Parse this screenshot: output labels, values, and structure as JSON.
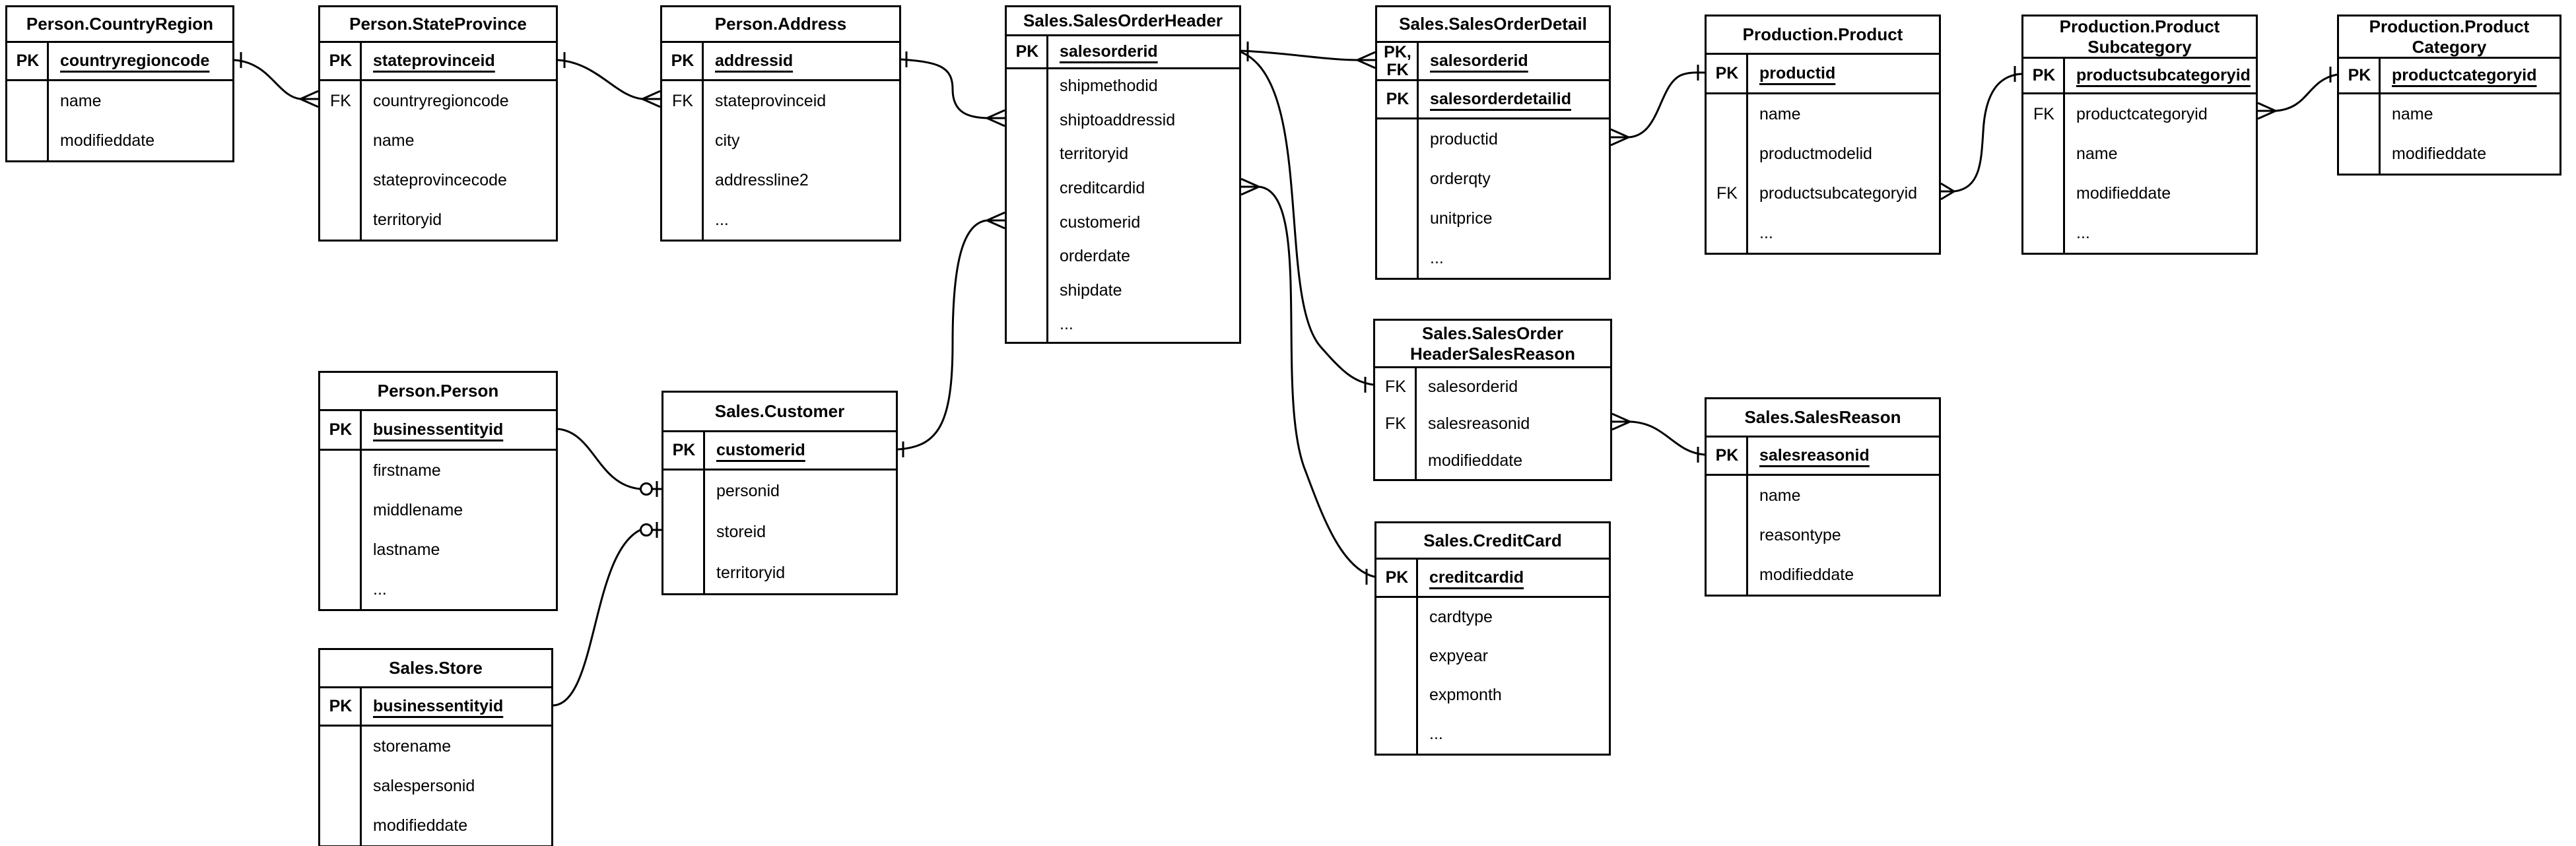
{
  "diagram": {
    "notation": "crows-foot-erd",
    "colors": {
      "line": "#000000",
      "background": "#ffffff",
      "text": "#000000"
    },
    "tables": [
      {
        "id": "person-countryregion",
        "title_lines": [
          "Person.CountryRegion"
        ],
        "key_rows": [
          {
            "label_lines": [
              "PK"
            ],
            "field": "countryregioncode"
          }
        ],
        "body_rows": [
          {
            "label": "",
            "field": "name"
          },
          {
            "label": "",
            "field": "modifieddate"
          }
        ]
      },
      {
        "id": "person-stateprovince",
        "title_lines": [
          "Person.StateProvince"
        ],
        "key_rows": [
          {
            "label_lines": [
              "PK"
            ],
            "field": "stateprovinceid"
          }
        ],
        "body_rows": [
          {
            "label": "FK",
            "field": "countryregioncode"
          },
          {
            "label": "",
            "field": "name"
          },
          {
            "label": "",
            "field": "stateprovincecode"
          },
          {
            "label": "",
            "field": "territoryid"
          }
        ]
      },
      {
        "id": "person-address",
        "title_lines": [
          "Person.Address"
        ],
        "key_rows": [
          {
            "label_lines": [
              "PK"
            ],
            "field": "addressid"
          }
        ],
        "body_rows": [
          {
            "label": "FK",
            "field": "stateprovinceid"
          },
          {
            "label": "",
            "field": "city"
          },
          {
            "label": "",
            "field": "addressline2"
          },
          {
            "label": "",
            "field": "..."
          }
        ]
      },
      {
        "id": "sales-salesorderheader",
        "title_lines": [
          "Sales.SalesOrderHeader"
        ],
        "key_rows": [
          {
            "label_lines": [
              "PK"
            ],
            "field": "salesorderid"
          }
        ],
        "body_rows": [
          {
            "label": "",
            "field": "shipmethodid"
          },
          {
            "label": "",
            "field": "shiptoaddressid"
          },
          {
            "label": "",
            "field": "territoryid"
          },
          {
            "label": "",
            "field": "creditcardid"
          },
          {
            "label": "",
            "field": "customerid"
          },
          {
            "label": "",
            "field": "orderdate"
          },
          {
            "label": "",
            "field": "shipdate"
          },
          {
            "label": "",
            "field": "..."
          }
        ]
      },
      {
        "id": "sales-salesorderdetail",
        "title_lines": [
          "Sales.SalesOrderDetail"
        ],
        "key_rows": [
          {
            "label_lines": [
              "PK,",
              "FK"
            ],
            "field": "salesorderid"
          },
          {
            "label_lines": [
              "PK"
            ],
            "field": "salesorderdetailid"
          }
        ],
        "body_rows": [
          {
            "label": "",
            "field": "productid"
          },
          {
            "label": "",
            "field": "orderqty"
          },
          {
            "label": "",
            "field": "unitprice"
          },
          {
            "label": "",
            "field": "..."
          }
        ]
      },
      {
        "id": "production-product",
        "title_lines": [
          "Production.Product"
        ],
        "key_rows": [
          {
            "label_lines": [
              "PK"
            ],
            "field": "productid"
          }
        ],
        "body_rows": [
          {
            "label": "",
            "field": "name"
          },
          {
            "label": "",
            "field": "productmodelid"
          },
          {
            "label": "FK",
            "field": "productsubcategoryid"
          },
          {
            "label": "",
            "field": "..."
          }
        ]
      },
      {
        "id": "production-productsubcategory",
        "title_lines": [
          "Production.Product",
          "Subcategory"
        ],
        "key_rows": [
          {
            "label_lines": [
              "PK"
            ],
            "field": "productsubcategoryid"
          }
        ],
        "body_rows": [
          {
            "label": "FK",
            "field": "productcategoryid"
          },
          {
            "label": "",
            "field": "name"
          },
          {
            "label": "",
            "field": "modifieddate"
          },
          {
            "label": "",
            "field": "..."
          }
        ]
      },
      {
        "id": "production-productcategory",
        "title_lines": [
          "Production.Product",
          "Category"
        ],
        "key_rows": [
          {
            "label_lines": [
              "PK"
            ],
            "field": "productcategoryid"
          }
        ],
        "body_rows": [
          {
            "label": "",
            "field": "name"
          },
          {
            "label": "",
            "field": "modifieddate"
          }
        ]
      },
      {
        "id": "sales-salesorderheadersalesreason",
        "title_lines": [
          "Sales.SalesOrder",
          "HeaderSalesReason"
        ],
        "key_rows": [],
        "body_rows": [
          {
            "label": "FK",
            "field": "salesorderid"
          },
          {
            "label": "FK",
            "field": "salesreasonid"
          },
          {
            "label": "",
            "field": "modifieddate"
          }
        ]
      },
      {
        "id": "sales-salesreason",
        "title_lines": [
          "Sales.SalesReason"
        ],
        "key_rows": [
          {
            "label_lines": [
              "PK"
            ],
            "field": "salesreasonid"
          }
        ],
        "body_rows": [
          {
            "label": "",
            "field": "name"
          },
          {
            "label": "",
            "field": "reasontype"
          },
          {
            "label": "",
            "field": "modifieddate"
          }
        ]
      },
      {
        "id": "sales-creditcard",
        "title_lines": [
          "Sales.CreditCard"
        ],
        "key_rows": [
          {
            "label_lines": [
              "PK"
            ],
            "field": "creditcardid"
          }
        ],
        "body_rows": [
          {
            "label": "",
            "field": "cardtype"
          },
          {
            "label": "",
            "field": "expyear"
          },
          {
            "label": "",
            "field": "expmonth"
          },
          {
            "label": "",
            "field": "..."
          }
        ]
      },
      {
        "id": "person-person",
        "title_lines": [
          "Person.Person"
        ],
        "key_rows": [
          {
            "label_lines": [
              "PK"
            ],
            "field": "businessentityid"
          }
        ],
        "body_rows": [
          {
            "label": "",
            "field": "firstname"
          },
          {
            "label": "",
            "field": "middlename"
          },
          {
            "label": "",
            "field": "lastname"
          },
          {
            "label": "",
            "field": "..."
          }
        ]
      },
      {
        "id": "sales-customer",
        "title_lines": [
          "Sales.Customer"
        ],
        "key_rows": [
          {
            "label_lines": [
              "PK"
            ],
            "field": "customerid"
          }
        ],
        "body_rows": [
          {
            "label": "",
            "field": "personid"
          },
          {
            "label": "",
            "field": "storeid"
          },
          {
            "label": "",
            "field": "territoryid"
          }
        ]
      },
      {
        "id": "sales-store",
        "title_lines": [
          "Sales.Store"
        ],
        "key_rows": [
          {
            "label_lines": [
              "PK"
            ],
            "field": "businessentityid"
          }
        ],
        "body_rows": [
          {
            "label": "",
            "field": "storename"
          },
          {
            "label": "",
            "field": "salespersonid"
          },
          {
            "label": "",
            "field": "modifieddate"
          }
        ]
      }
    ],
    "relationships": [
      {
        "from": "Person.CountryRegion.countryregioncode",
        "to": "Person.StateProvince.countryregioncode",
        "from_end": "one",
        "to_end": "many"
      },
      {
        "from": "Person.StateProvince.stateprovinceid",
        "to": "Person.Address.stateprovinceid",
        "from_end": "one",
        "to_end": "many"
      },
      {
        "from": "Person.Address.addressid",
        "to": "Sales.SalesOrderHeader.shiptoaddressid",
        "from_end": "one",
        "to_end": "many"
      },
      {
        "from": "Sales.Customer.customerid",
        "to": "Sales.SalesOrderHeader.customerid",
        "from_end": "one",
        "to_end": "many"
      },
      {
        "from": "Person.Person.businessentityid",
        "to": "Sales.Customer.personid",
        "from_end": "one",
        "to_end": "zero-or-one"
      },
      {
        "from": "Sales.Store.businessentityid",
        "to": "Sales.Customer.storeid",
        "from_end": "one",
        "to_end": "zero-or-one"
      },
      {
        "from": "Sales.SalesOrderHeader.salesorderid",
        "to": "Sales.SalesOrderDetail.salesorderid",
        "from_end": "one",
        "to_end": "many"
      },
      {
        "from": "Sales.SalesOrderHeader.salesorderid",
        "to": "Sales.SalesOrderHeaderSalesReason.salesorderid",
        "from_end": "one",
        "to_end": "one"
      },
      {
        "from": "Sales.SalesOrderHeader.creditcardid",
        "to": "Sales.CreditCard.creditcardid",
        "from_end": "many",
        "to_end": "one"
      },
      {
        "from": "Sales.SalesOrderDetail.productid",
        "to": "Production.Product.productid",
        "from_end": "many",
        "to_end": "one"
      },
      {
        "from": "Production.Product.productsubcategoryid",
        "to": "Production.ProductSubcategory.productsubcategoryid",
        "from_end": "many",
        "to_end": "one"
      },
      {
        "from": "Production.ProductSubcategory.productcategoryid",
        "to": "Production.ProductCategory.productcategoryid",
        "from_end": "many",
        "to_end": "one"
      },
      {
        "from": "Sales.SalesOrderHeaderSalesReason.salesreasonid",
        "to": "Sales.SalesReason.salesreasonid",
        "from_end": "many",
        "to_end": "one"
      }
    ]
  }
}
